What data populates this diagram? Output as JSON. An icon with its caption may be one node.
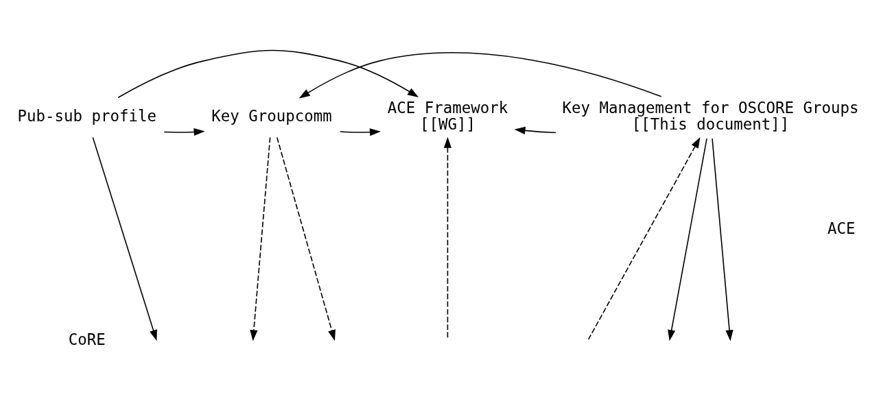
{
  "diagram": {
    "nodes": [
      {
        "text": [
          "Pub-sub profile"
        ]
      },
      {
        "text": [
          "Key Groupcomm"
        ]
      },
      {
        "text": [
          "ACE Framework",
          "[[WG]]"
        ]
      },
      {
        "text": [
          "Key Management for OSCORE Groups",
          "[[This document]]"
        ]
      }
    ],
    "edges": [
      {
        "from": 0,
        "to": 1,
        "arrow": "to"
      },
      {
        "from": 1,
        "to": 2,
        "arrow": "to"
      },
      {
        "from": 3,
        "to": 2,
        "arrow": "to"
      },
      {
        "from": 0,
        "to": 2,
        "arrow": "to"
      },
      {
        "from": 3,
        "to": 1,
        "arrow": "to"
      },
      {
        "from": 0,
        "to": null,
        "arrow": "to"
      },
      {
        "from": 1,
        "to": null,
        "arrow": "to",
        "style": "dashed"
      },
      {
        "from": 1,
        "to": null,
        "arrow": "to",
        "style": "dashed"
      },
      {
        "from": null,
        "to": 2,
        "arrow": "to",
        "style": "dashed"
      },
      {
        "from": null,
        "to": 3,
        "arrow": "to",
        "style": "dashed"
      },
      {
        "from": 3,
        "to": null,
        "arrow": "to"
      },
      {
        "from": 3,
        "to": null,
        "arrow": "to"
      }
    ],
    "labels": [
      "ACE",
      "CoRE"
    ]
  }
}
